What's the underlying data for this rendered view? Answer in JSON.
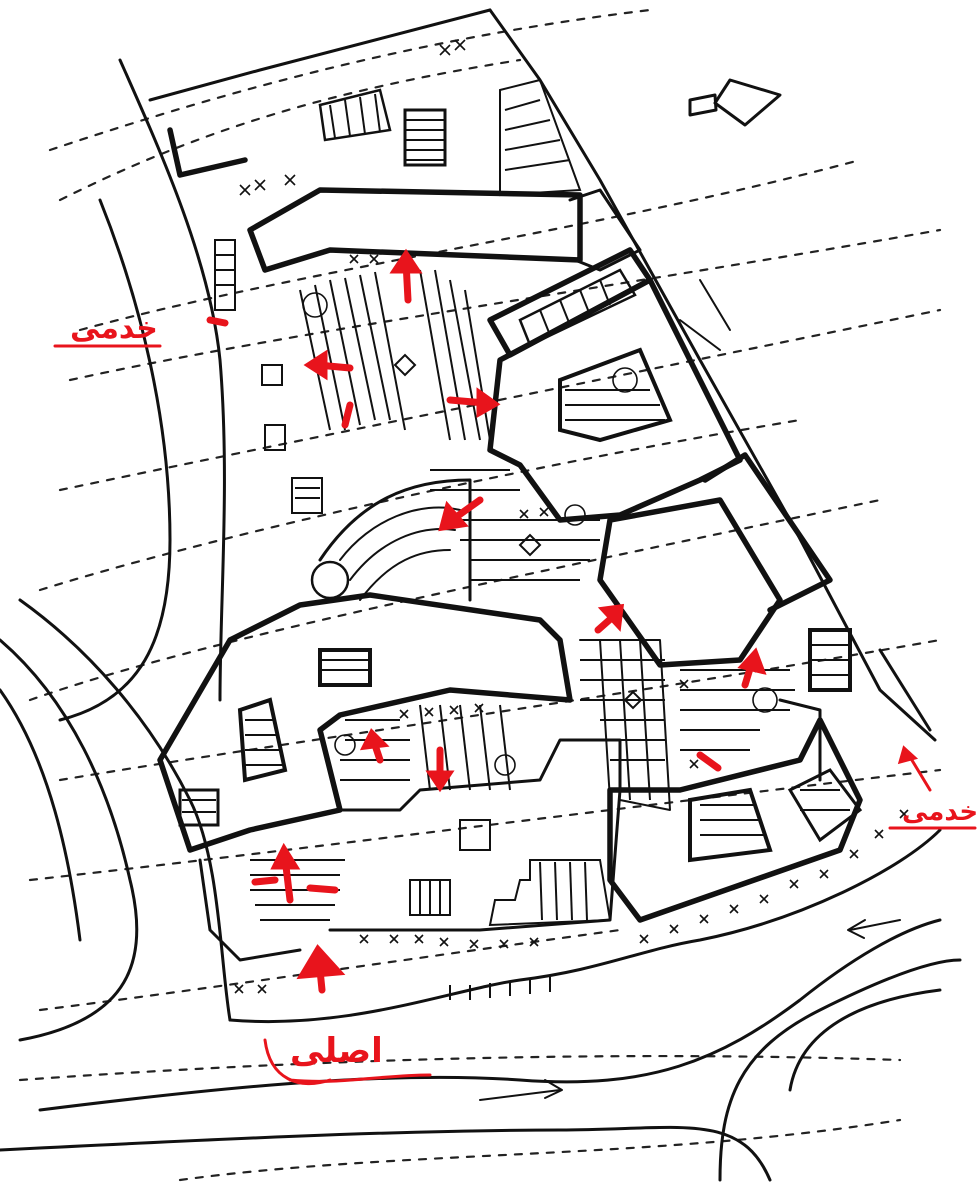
{
  "labels": {
    "service_left": "خدمی",
    "service_right": "خدمی",
    "main_entrance": "اصلی"
  },
  "colors": {
    "ink": "#111111",
    "annotation": "#e8141c",
    "paper": "#ffffff"
  },
  "icons": {
    "north": "north-arrow-icon",
    "circulation": "circulation-arrow-icon"
  }
}
